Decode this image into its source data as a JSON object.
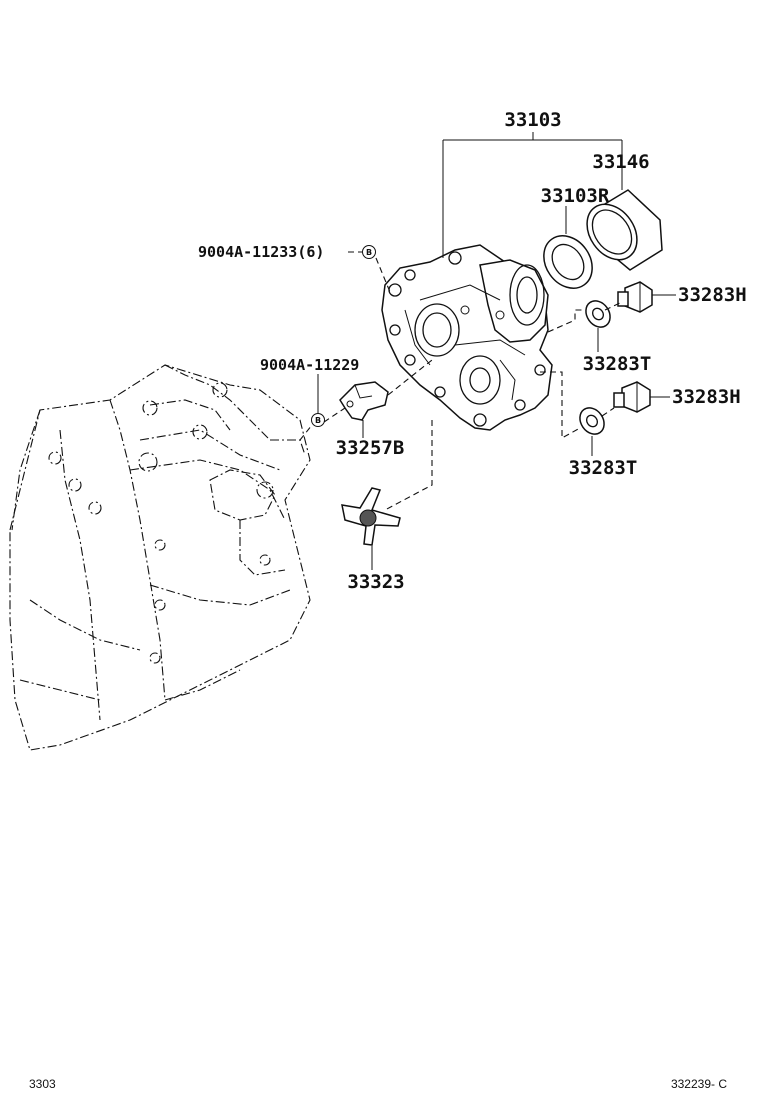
{
  "labels": {
    "assembly": "33103",
    "sleeve": "33146",
    "seal": "33103R",
    "bolt_group": "9004A-11233(6)",
    "bolt_single": "9004A-11229",
    "plug_upper": "33283H",
    "gasket_upper": "33283T",
    "plug_lower": "33283H",
    "gasket_lower": "33283T",
    "bracket": "33257B",
    "shift_fork": "33323"
  },
  "markers": {
    "bolt_marker": "B"
  },
  "footer": {
    "page_code": "3303",
    "figure_code": "332239- C"
  }
}
